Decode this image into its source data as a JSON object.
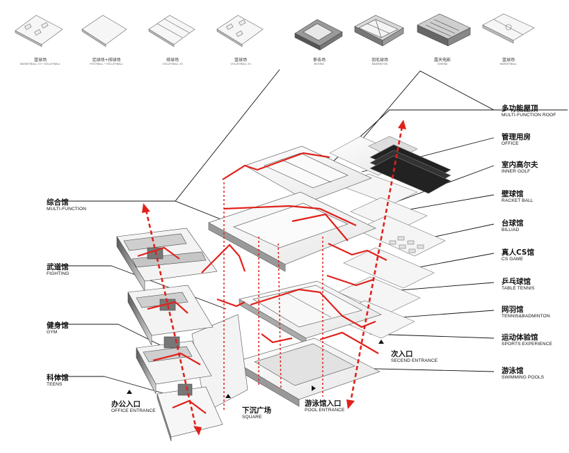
{
  "thumbnails": [
    {
      "zh": "篮球场",
      "en": "BASKETBALL X3 + VOLLEYBALL"
    },
    {
      "zh": "足球场+排球场",
      "en": "FOOTBALL + VOLLEYBALL"
    },
    {
      "zh": "排球场",
      "en": "VOLLEYBALL X3"
    },
    {
      "zh": "篮球场",
      "en": "VOLLEYBALL X3"
    },
    {
      "zh": "拳击场",
      "en": "BOXING"
    },
    {
      "zh": "羽毛球场",
      "en": "BADMINTON"
    },
    {
      "zh": "露天电影",
      "en": "CINEMA"
    },
    {
      "zh": "篮球场",
      "en": "BASKETBALL"
    }
  ],
  "labels": {
    "roof": {
      "zh": "多功能屋顶",
      "en": "MULTI-FUNCTION ROOF"
    },
    "office": {
      "zh": "管理用房",
      "en": "OFFICE"
    },
    "golf": {
      "zh": "室内高尔夫",
      "en": "INNER GOLF"
    },
    "racket": {
      "zh": "壁球馆",
      "en": "RACKET BALL"
    },
    "billiad": {
      "zh": "台球馆",
      "en": "BILLIAD"
    },
    "csgame": {
      "zh": "真人CS馆",
      "en": "CS GAME"
    },
    "tabletennis": {
      "zh": "乒乓球馆",
      "en": "TABLE TENNIS"
    },
    "tennis": {
      "zh": "网羽馆",
      "en": "TENNIS&BADMINTON"
    },
    "sports": {
      "zh": "运动体验馆",
      "en": "SPORTS EXPERIENCE"
    },
    "pools": {
      "zh": "游泳馆",
      "en": "SWIMMING POOLS"
    },
    "multi": {
      "zh": "综合馆",
      "en": "MULTI-FUNCTION"
    },
    "fighting": {
      "zh": "武道馆",
      "en": "FIGHTING"
    },
    "gym": {
      "zh": "健身馆",
      "en": "GYM"
    },
    "teens": {
      "zh": "科体馆",
      "en": "TEENS"
    }
  },
  "entrances": {
    "office": {
      "zh": "办公入口",
      "en": "OFFICE ENTRANCE"
    },
    "square": {
      "zh": "下沉广场",
      "en": "SQUARE"
    },
    "pool": {
      "zh": "游泳馆入口",
      "en": "POOL ENTRANCE"
    },
    "second": {
      "zh": "次入口",
      "en": "SECEND ENTRANCE"
    }
  },
  "colors": {
    "accent": "#e0211b",
    "line": "#1a1a1a",
    "slab": "#f4f4f4",
    "wall": "#8a8a8a"
  }
}
